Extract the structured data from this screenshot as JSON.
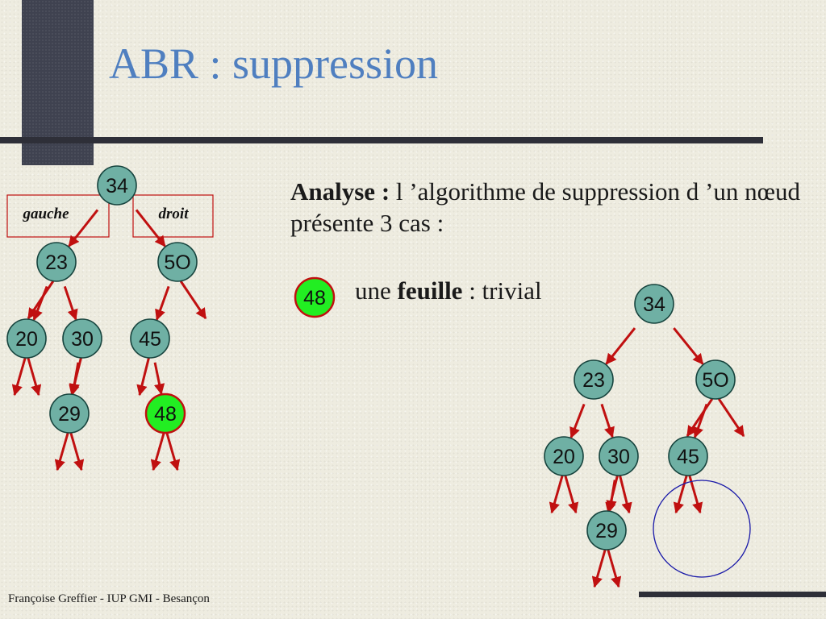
{
  "slide": {
    "title": "ABR : suppression",
    "analysis_lead": "Analyse :",
    "analysis_rest": " l ’algorithme de suppression d ’un nœud présente 3 cas :",
    "case_prefix": "une ",
    "case_keyword": "feuille",
    "case_suffix": " : trivial",
    "footer": "Françoise Greffier - IUP GMI - Besançon"
  },
  "legend": {
    "left_label": "gauche",
    "right_label": "droit"
  },
  "colors": {
    "node_fill": "#6fb0a4",
    "node_stroke": "#17443e",
    "highlight_fill": "#22ee22",
    "highlight_stroke": "#c01010",
    "edge": "#c01010",
    "title": "#4f7fc0",
    "removed_circle": "#1818a8"
  },
  "highlighted_node": "48",
  "trees": {
    "before": {
      "nodes": [
        "34",
        "23",
        "5O",
        "20",
        "30",
        "45",
        "29",
        "48"
      ],
      "edges": [
        [
          "34",
          "23"
        ],
        [
          "34",
          "5O"
        ],
        [
          "23",
          "20"
        ],
        [
          "23",
          "30"
        ],
        [
          "5O",
          "45"
        ],
        [
          "30",
          "29"
        ],
        [
          "45",
          "48"
        ]
      ]
    },
    "after": {
      "nodes": [
        "34",
        "23",
        "5O",
        "20",
        "30",
        "45",
        "29"
      ],
      "edges": [
        [
          "34",
          "23"
        ],
        [
          "34",
          "5O"
        ],
        [
          "23",
          "20"
        ],
        [
          "23",
          "30"
        ],
        [
          "5O",
          "45"
        ],
        [
          "30",
          "29"
        ]
      ]
    }
  },
  "case_badge": "48"
}
